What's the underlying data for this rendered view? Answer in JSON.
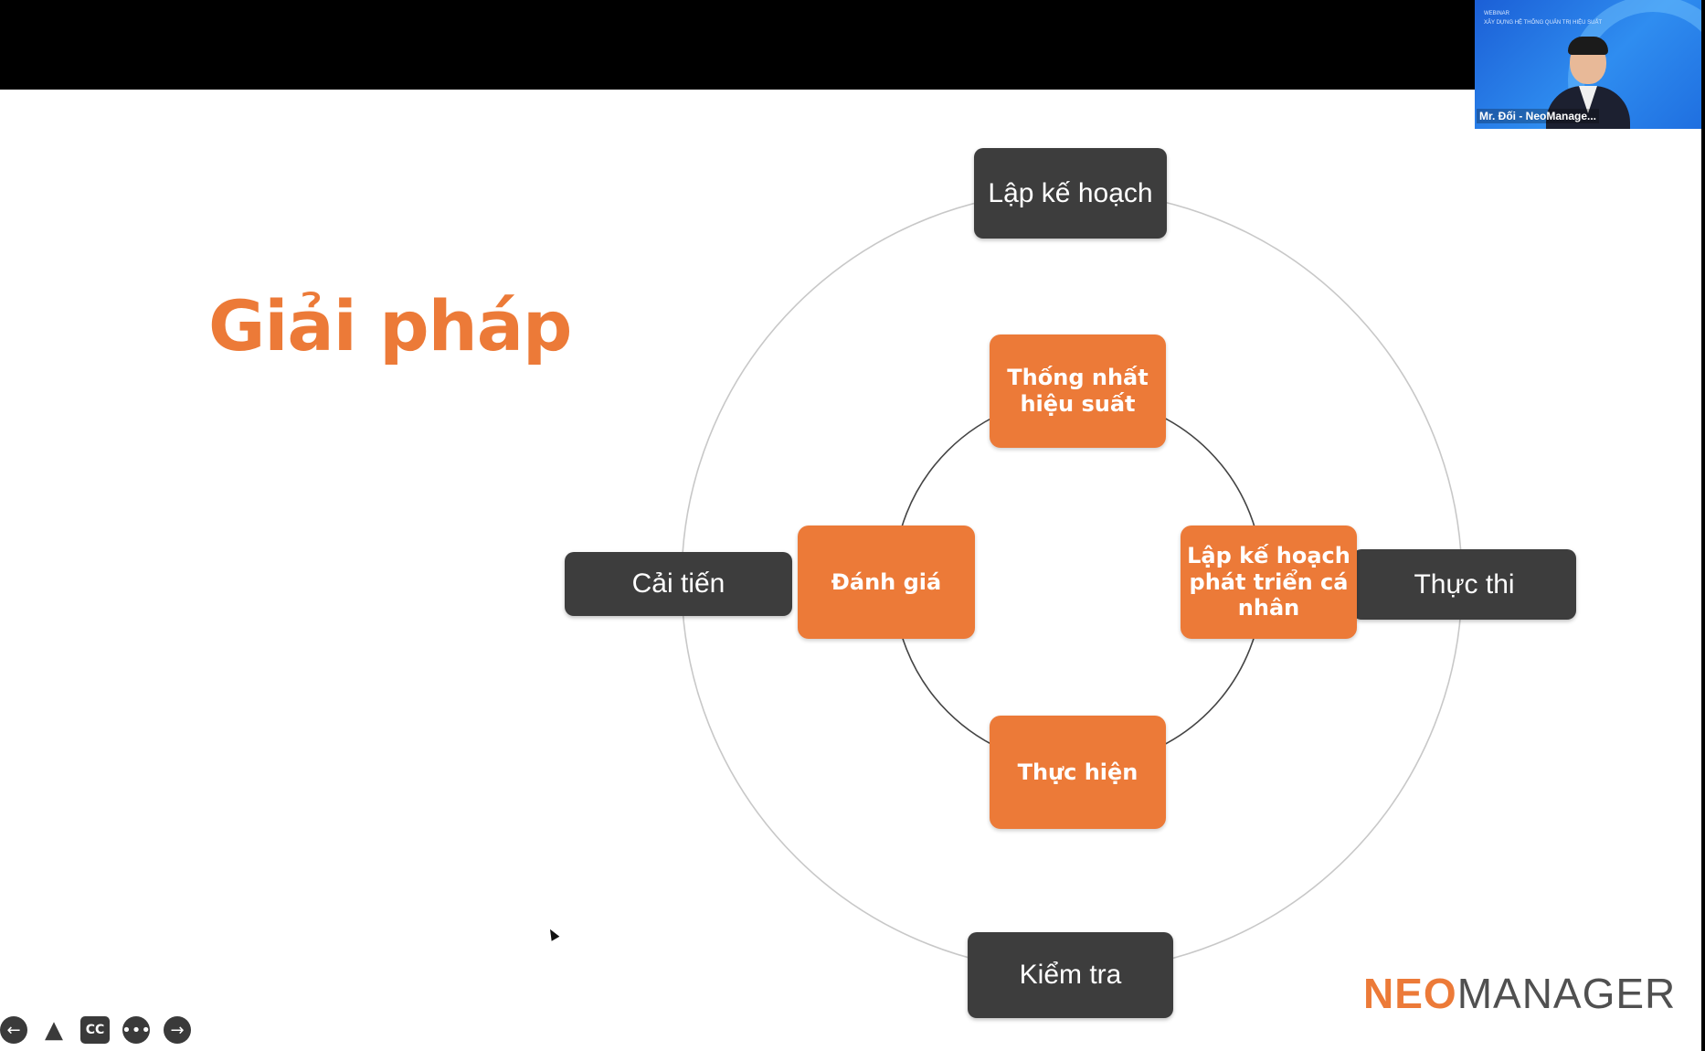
{
  "slide": {
    "title": "Giải pháp",
    "outer_nodes": {
      "top": "Lập kế hoạch",
      "right": "Thực thi",
      "bottom": "Kiểm tra",
      "left": "Cải tiến"
    },
    "inner_nodes": {
      "top": "Thống nhất hiệu suất",
      "right": "Lập kế hoạch phát triển cá nhân",
      "bottom": "Thực hiện",
      "left": "Đánh giá"
    },
    "logo": {
      "part1": "NEO",
      "part2": "MANAGER"
    },
    "colors": {
      "accent": "#ec7a38",
      "dark_box": "#3d3d3d"
    }
  },
  "presenter": {
    "name_label": "Mr. Đối - NeoManage...",
    "banner_top": "WEBINAR",
    "banner_sub": "XÂY DỰNG HỆ THỐNG QUẢN TRỊ HIỆU SUẤT"
  },
  "controls": {
    "prev_icon": "arrow-left-icon",
    "pen_icon": "pen-icon",
    "cc_label": "CC",
    "more_icon": "more-icon",
    "next_icon": "arrow-right-icon"
  }
}
